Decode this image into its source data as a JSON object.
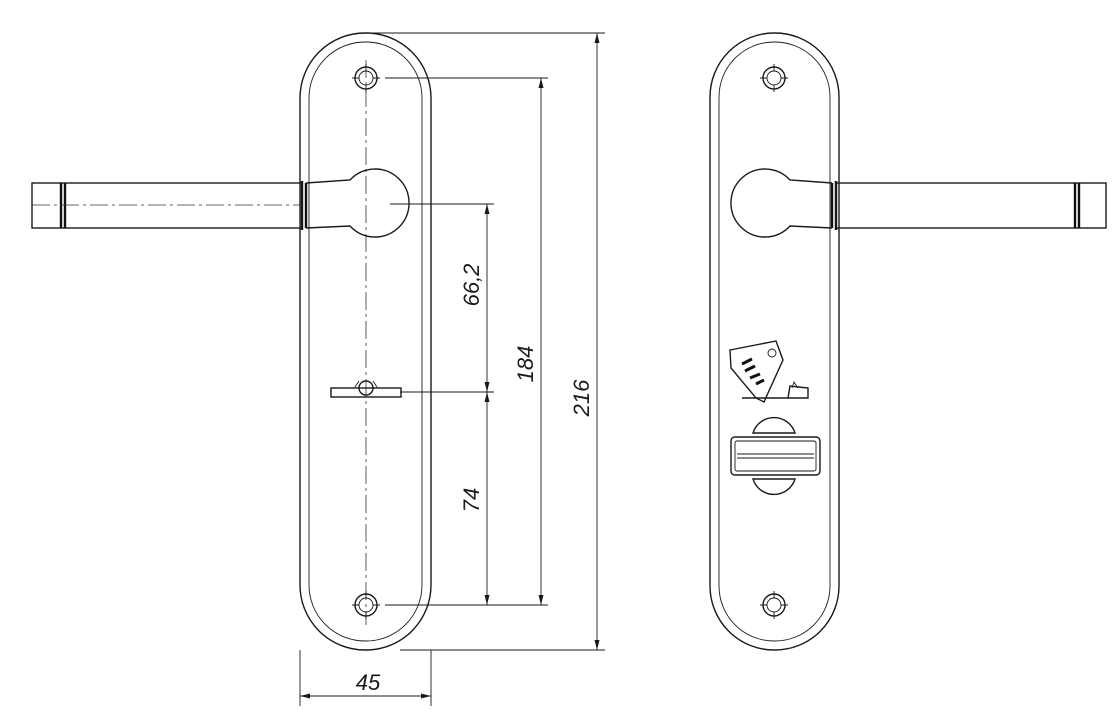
{
  "dimensions": {
    "plate_width": "45",
    "handle_to_key": "66,2",
    "key_to_screw": "74",
    "screw_spacing": "184",
    "plate_height": "216"
  },
  "views": [
    "front-view-lock-plate",
    "back-view-privacy-plate"
  ]
}
